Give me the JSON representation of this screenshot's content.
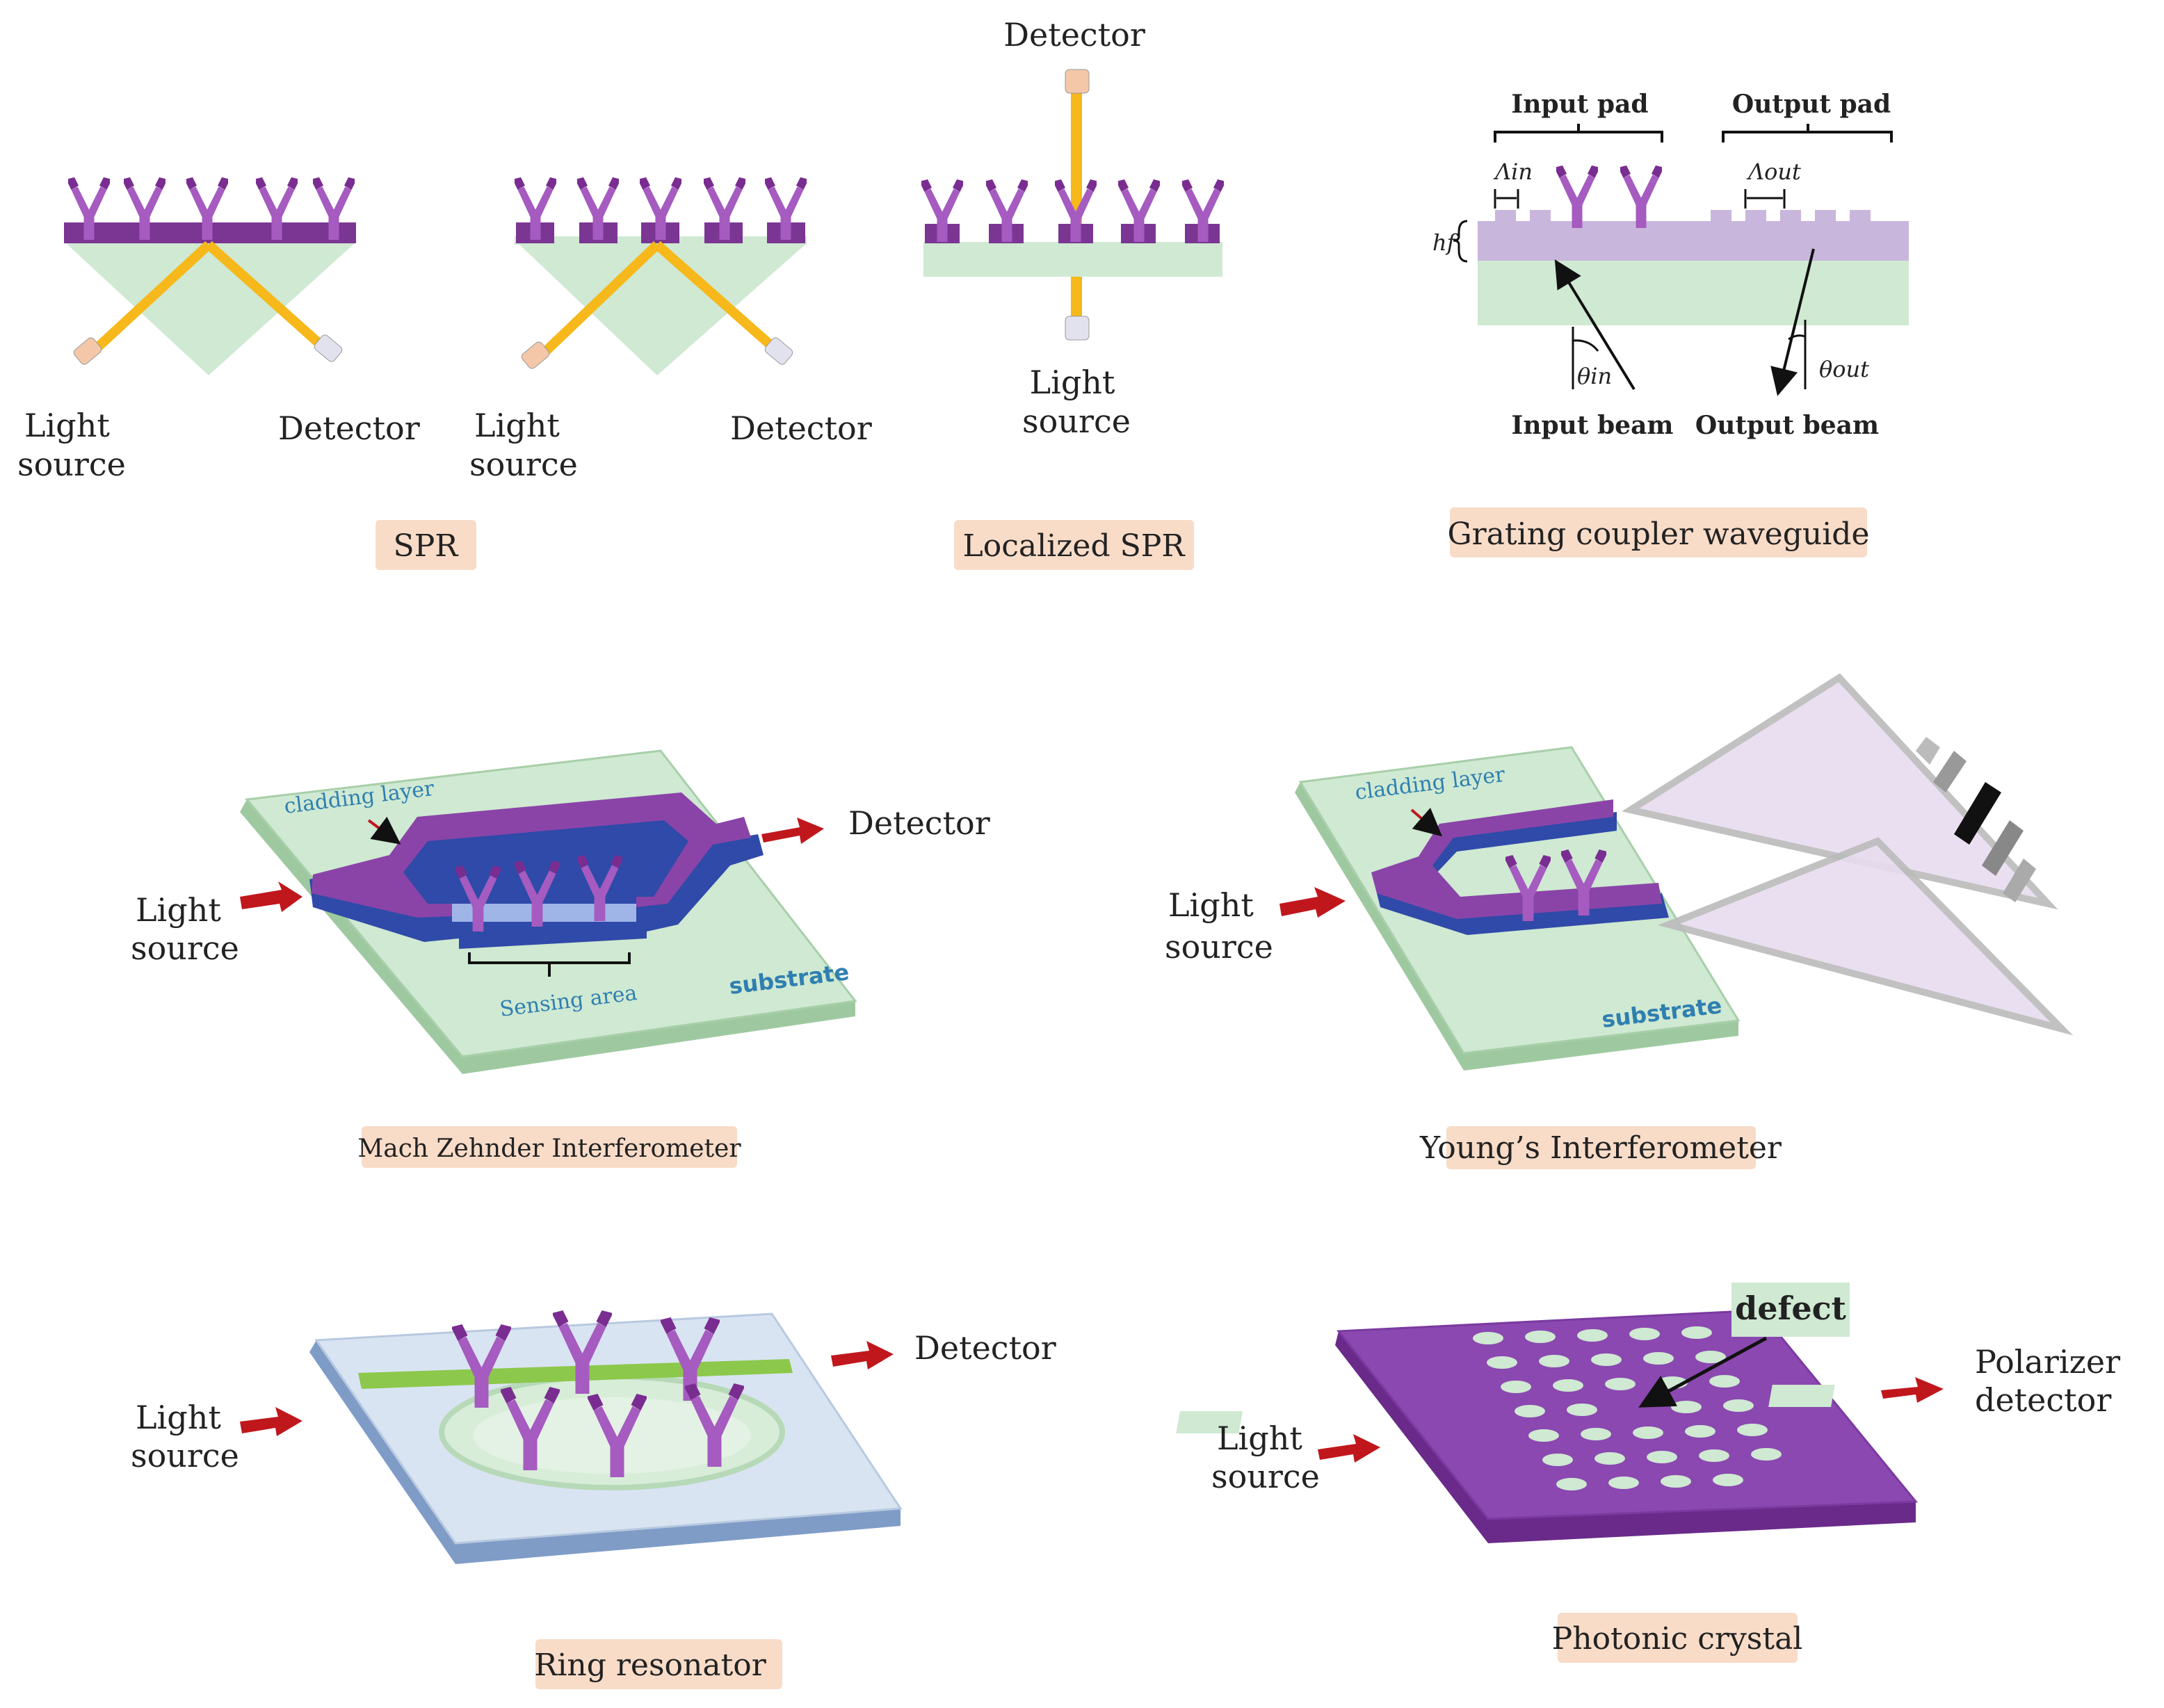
{
  "spr": {
    "light_source_1": "Light",
    "light_source_2": "source",
    "detector": "Detector",
    "caption": "SPR"
  },
  "spr2": {
    "light_source_1": "Light",
    "light_source_2": "source",
    "detector": "Detector"
  },
  "lspr": {
    "detector": "Detector",
    "light_source_1": "Light",
    "light_source_2": "source",
    "caption": "Localized SPR"
  },
  "grating": {
    "input_pad": "Input pad",
    "output_pad": "Output pad",
    "lambda_in": "Λin",
    "lambda_out": "Λout",
    "hf": "hf",
    "theta_in": "θin",
    "theta_out": "θout",
    "input_beam": "Input beam",
    "output_beam": "Output beam",
    "caption": "Grating coupler waveguide"
  },
  "mzi": {
    "cladding": "cladding layer",
    "substrate": "substrate",
    "sensing": "Sensing area",
    "light_source_1": "Light",
    "light_source_2": "source",
    "detector": "Detector",
    "caption": "Mach Zehnder Interferometer"
  },
  "young": {
    "cladding": "cladding layer",
    "substrate": "substrate",
    "light_source_1": "Light",
    "light_source_2": "source",
    "caption": "Young’s Interferometer"
  },
  "ring": {
    "light_source_1": "Light",
    "light_source_2": "source",
    "detector": "Detector",
    "caption": "Ring resonator"
  },
  "photonic": {
    "defect": "defect",
    "light_source_1": "Light",
    "light_source_2": "source",
    "polarizer_1": "Polarizer",
    "polarizer_2": "detector",
    "caption": "Photonic crystal"
  },
  "colors": {
    "purple": "#8b3fa3",
    "lavender": "#b97fc9",
    "green": "#cfe9d2",
    "yellow": "#f6b81a",
    "caption_bg": "#f8dcc8",
    "arrow_red": "#c0171d",
    "blue_text": "#2f7fb0"
  }
}
